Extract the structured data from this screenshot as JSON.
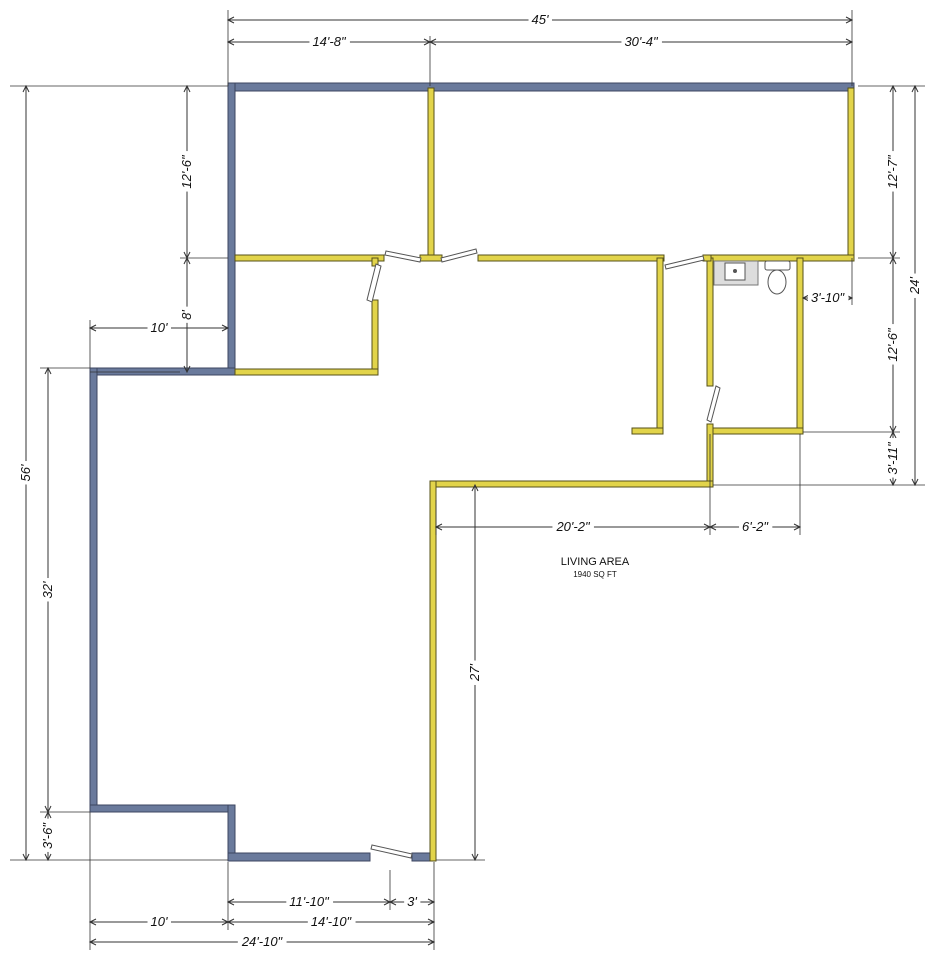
{
  "plan": {
    "room_label": "LIVING AREA",
    "area_label": "1940 SQ FT"
  },
  "dimensions": {
    "overall_width": "45'",
    "top_left": "14'-8\"",
    "top_right": "30'-4\"",
    "overall_depth": "56'",
    "left_upper": "12'-6\"",
    "left_mid": "8'",
    "left_offset": "10'",
    "left_long": "32'",
    "left_bottom": "3'-6\"",
    "right_upper": "12'-7\"",
    "right_mid": "12'-6\"",
    "right_lower": "3'-11\"",
    "right_total": "24'",
    "bath_offset": "3'-10\"",
    "inner_width": "20'-2\"",
    "bath_width": "6'-2\"",
    "inner_depth": "27'",
    "bottom_a": "11'-10\"",
    "bottom_door": "3'",
    "bottom_left": "10'",
    "bottom_right": "14'-10\"",
    "bottom_total": "24'-10\""
  },
  "colors": {
    "exterior_wall": "#6a7a9c",
    "interior_wall": "#e2d44a"
  }
}
